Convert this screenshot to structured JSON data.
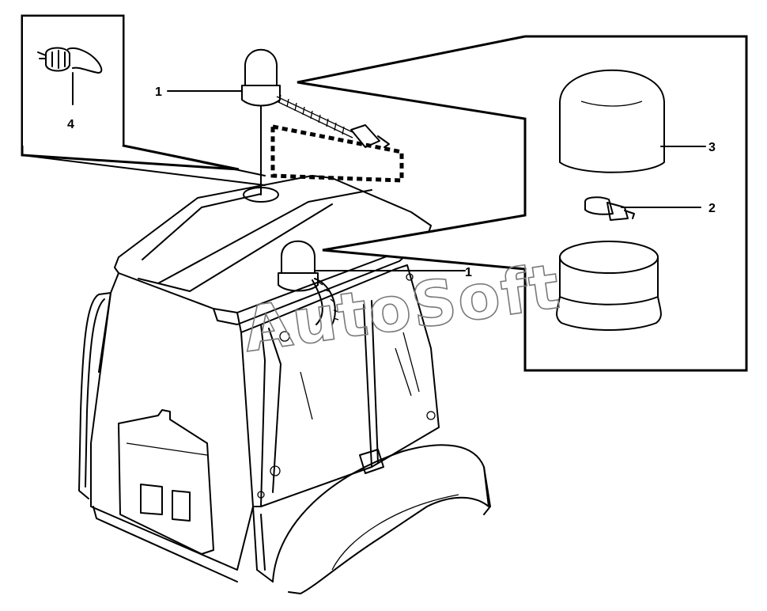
{
  "callouts": {
    "beacon_top": "1",
    "beacon_roof": "1",
    "bulb": "2",
    "lens_cover": "3",
    "socket": "4"
  },
  "watermark": "AutoSoft"
}
